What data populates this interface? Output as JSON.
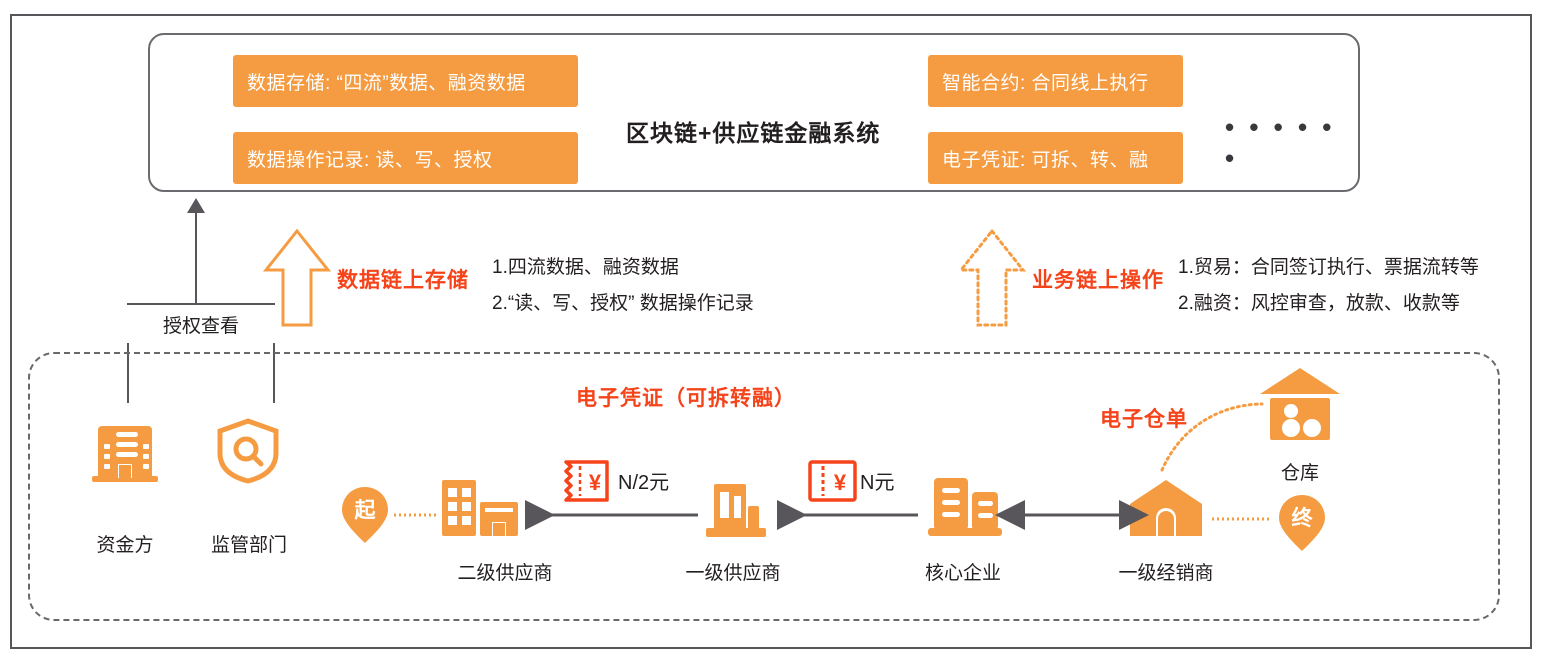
{
  "diagram": {
    "title_internal": "区块链+供应链金融系统架构图"
  },
  "system_panel": {
    "title": "区块链+供应链金融系统",
    "ellipsis": "• • • • • •",
    "features": [
      {
        "label": "数据存储: “四流”数据、融资数据"
      },
      {
        "label": "数据操作记录: 读、写、授权"
      },
      {
        "label": "智能合约: 合同线上执行"
      },
      {
        "label": "电子凭证: 可拆、转、融"
      }
    ]
  },
  "flows": [
    {
      "chain_label": "数据链上存储",
      "arrow_style": "solid",
      "items": [
        "1.四流数据、融资数据",
        "2.“读、写、授权” 数据操作记录"
      ]
    },
    {
      "chain_label": "业务链上操作",
      "arrow_style": "dotted",
      "items": [
        "1.贸易：合同签订执行、票据流转等",
        "2.融资：风控审查，放款、收款等"
      ]
    }
  ],
  "authorization": {
    "label": "授权查看"
  },
  "actors": [
    {
      "name": "资金方",
      "icon": "office-building-icon"
    },
    {
      "name": "监管部门",
      "icon": "shield-search-icon"
    }
  ],
  "supply_chain": {
    "voucher_title": "电子凭证（可拆转融）",
    "warehouse_title": "电子仓单",
    "start_marker": "起",
    "end_marker": "终",
    "nodes": [
      {
        "name": "二级供应商",
        "icon": "building-grid-icon"
      },
      {
        "name": "一级供应商",
        "icon": "factory-bars-icon"
      },
      {
        "name": "核心企业",
        "icon": "twin-tower-icon"
      },
      {
        "name": "一级经销商",
        "icon": "house-icon"
      },
      {
        "name": "仓库",
        "icon": "warehouse-icon"
      }
    ],
    "money_labels": [
      "N/2元",
      "N元"
    ],
    "voucher_icon": "yen-voucher-icon"
  },
  "colors": {
    "orange": "#f59c42",
    "red": "#f5431a",
    "dark_gray": "#58565a",
    "arrow_gray": "#58565a",
    "text": "#231f20"
  }
}
